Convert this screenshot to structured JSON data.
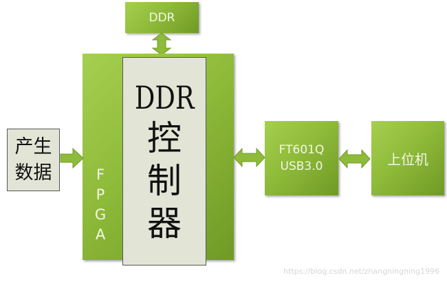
{
  "ddr_box": {
    "label": "DDR"
  },
  "fpga": {
    "label": "F\nP\nG\nA"
  },
  "controller": {
    "title": "DDR",
    "subtitle": "控制器"
  },
  "source": {
    "label": "产生数据"
  },
  "usb": {
    "line1": "FT601Q",
    "line2": "USB3.0"
  },
  "host": {
    "label": "上位机"
  },
  "watermark": "https://blog.csdn.net/zhangningning1996",
  "colors": {
    "green": "#8fbb3a",
    "beige": "#e2e5d6"
  }
}
